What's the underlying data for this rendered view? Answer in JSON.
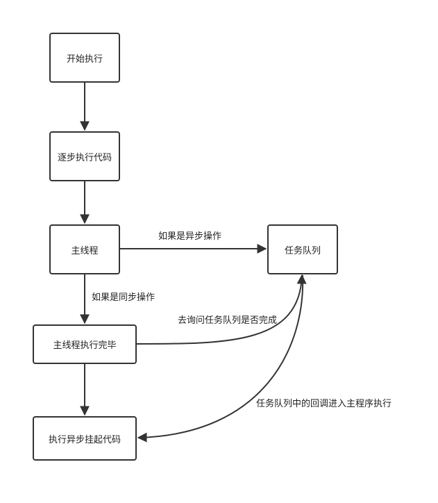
{
  "nodes": {
    "start": "开始执行",
    "step": "逐步执行代码",
    "main_thread": "主线程",
    "task_queue": "任务队列",
    "main_done": "主线程执行完毕",
    "async_code": "执行异步挂起代码"
  },
  "edge_labels": {
    "if_async": "如果是异步操作",
    "if_sync": "如果是同步操作",
    "ask_queue": "去询问任务队列是否完成",
    "callback": "任务队列中的回调进入主程序执行"
  },
  "colors": {
    "stroke": "#333333",
    "text": "#222222"
  }
}
